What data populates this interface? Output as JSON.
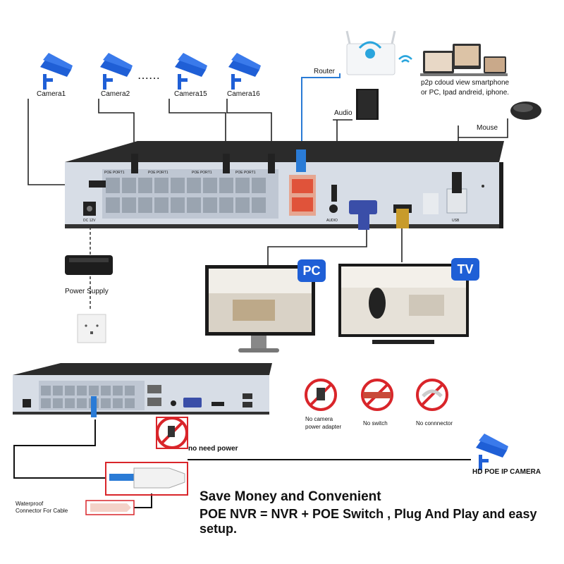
{
  "top": {
    "cameras": [
      "Camera1",
      "Camera2",
      "Camera15",
      "Camera16"
    ],
    "ellipsis": "......",
    "router": "Router",
    "p2p_text": [
      "p2p cdoud view smartphone",
      "or PC, Ipad andreid, iphone."
    ],
    "audio": "Audio",
    "mouse": "Mouse",
    "port_groups": [
      "POE PORT1",
      "POE PORT1",
      "POE PORT1",
      "POE PORT1"
    ],
    "dc_label": "DC 12V",
    "audio_port": "AUDIO",
    "usb_port": "USB",
    "power_supply": "Power Supply",
    "pc_badge": "PC",
    "tv_badge": "TV"
  },
  "bottom": {
    "no_adapter": [
      "No camera",
      "power adapter"
    ],
    "no_switch": "No switch",
    "no_connector": "No connnector",
    "no_need_power": "no need power",
    "hd_camera": "HD POE IP CAMERA",
    "waterproof": [
      "Waterproof",
      "Connector For Cable"
    ],
    "headline": "Save Money and Convenient",
    "subline": "POE NVR = NVR + POE Switch , Plug And Play and easy setup."
  },
  "colors": {
    "camera_blue": "#1f5fd6",
    "badge_blue": "#1f5fd6",
    "nvr_face": "#d7dde6",
    "nvr_top": "#2b2b2b",
    "port_red": "#e0533a",
    "ban_red": "#d9252a"
  }
}
